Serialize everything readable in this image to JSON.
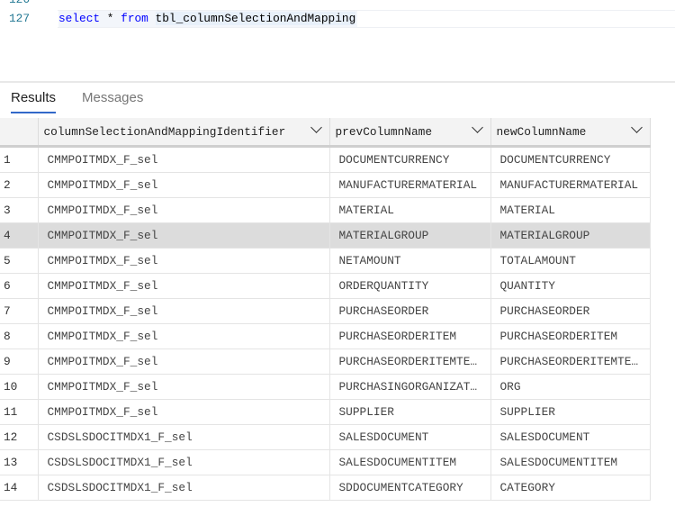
{
  "editor": {
    "lines": [
      {
        "number": "126"
      },
      {
        "number": "127",
        "tokens": {
          "kw1": "select",
          "op": "*",
          "kw2": "from",
          "table": "tbl_columnSelectionAndMapping"
        }
      }
    ]
  },
  "tabs": [
    {
      "label": "Results",
      "active": true
    },
    {
      "label": "Messages",
      "active": false
    }
  ],
  "grid": {
    "columns": [
      "columnSelectionAndMappingIdentifier",
      "prevColumnName",
      "newColumnName"
    ],
    "selected_row": 4,
    "rows": [
      [
        "1",
        "CMMPOITMDX_F_sel",
        "DOCUMENTCURRENCY",
        "DOCUMENTCURRENCY"
      ],
      [
        "2",
        "CMMPOITMDX_F_sel",
        "MANUFACTURERMATERIAL",
        "MANUFACTURERMATERIAL"
      ],
      [
        "3",
        "CMMPOITMDX_F_sel",
        "MATERIAL",
        "MATERIAL"
      ],
      [
        "4",
        "CMMPOITMDX_F_sel",
        "MATERIALGROUP",
        "MATERIALGROUP"
      ],
      [
        "5",
        "CMMPOITMDX_F_sel",
        "NETAMOUNT",
        "TOTALAMOUNT"
      ],
      [
        "6",
        "CMMPOITMDX_F_sel",
        "ORDERQUANTITY",
        "QUANTITY"
      ],
      [
        "7",
        "CMMPOITMDX_F_sel",
        "PURCHASEORDER",
        "PURCHASEORDER"
      ],
      [
        "8",
        "CMMPOITMDX_F_sel",
        "PURCHASEORDERITEM",
        "PURCHASEORDERITEM"
      ],
      [
        "9",
        "CMMPOITMDX_F_sel",
        "PURCHASEORDERITEMTE…",
        "PURCHASEORDERITEMTE…"
      ],
      [
        "10",
        "CMMPOITMDX_F_sel",
        "PURCHASINGORGANIZAT…",
        "ORG"
      ],
      [
        "11",
        "CMMPOITMDX_F_sel",
        "SUPPLIER",
        "SUPPLIER"
      ],
      [
        "12",
        "CSDSLSDOCITMDX1_F_sel",
        "SALESDOCUMENT",
        "SALESDOCUMENT"
      ],
      [
        "13",
        "CSDSLSDOCITMDX1_F_sel",
        "SALESDOCUMENTITEM",
        "SALESDOCUMENTITEM"
      ],
      [
        "14",
        "CSDSLSDOCITMDX1_F_sel",
        "SDDOCUMENTCATEGORY",
        "CATEGORY"
      ]
    ]
  },
  "colors": {
    "keyword": "#0000ff",
    "line_number": "#237893",
    "tab_underline": "#3268c9",
    "selected_row": "#dcdcdc"
  }
}
